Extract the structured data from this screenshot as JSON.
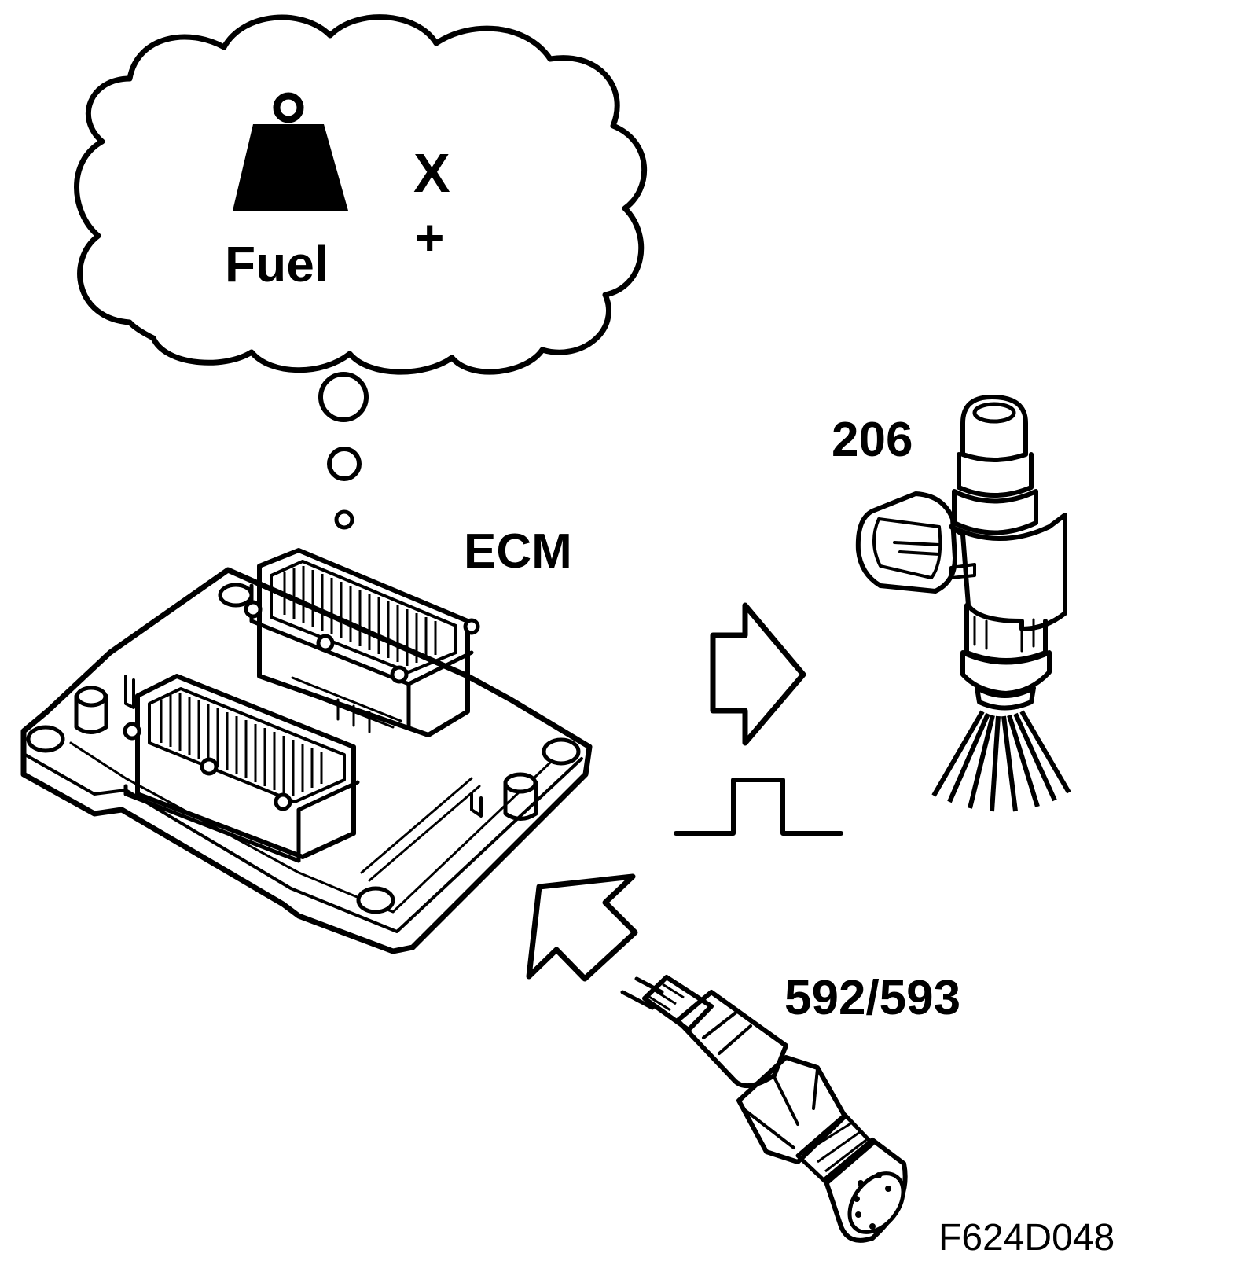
{
  "thought": {
    "word": "Fuel",
    "times_sign": "X",
    "plus_sign": "+"
  },
  "labels": {
    "ecm": "ECM",
    "injector": "206",
    "oxygen_sensor": "592/593"
  },
  "figure_code": "F624D048",
  "colors": {
    "ink": "#000000",
    "paper": "#ffffff"
  },
  "icons": [
    "weight-icon",
    "right-arrow-icon",
    "up-left-arrow-icon",
    "pulse-signal-icon"
  ]
}
